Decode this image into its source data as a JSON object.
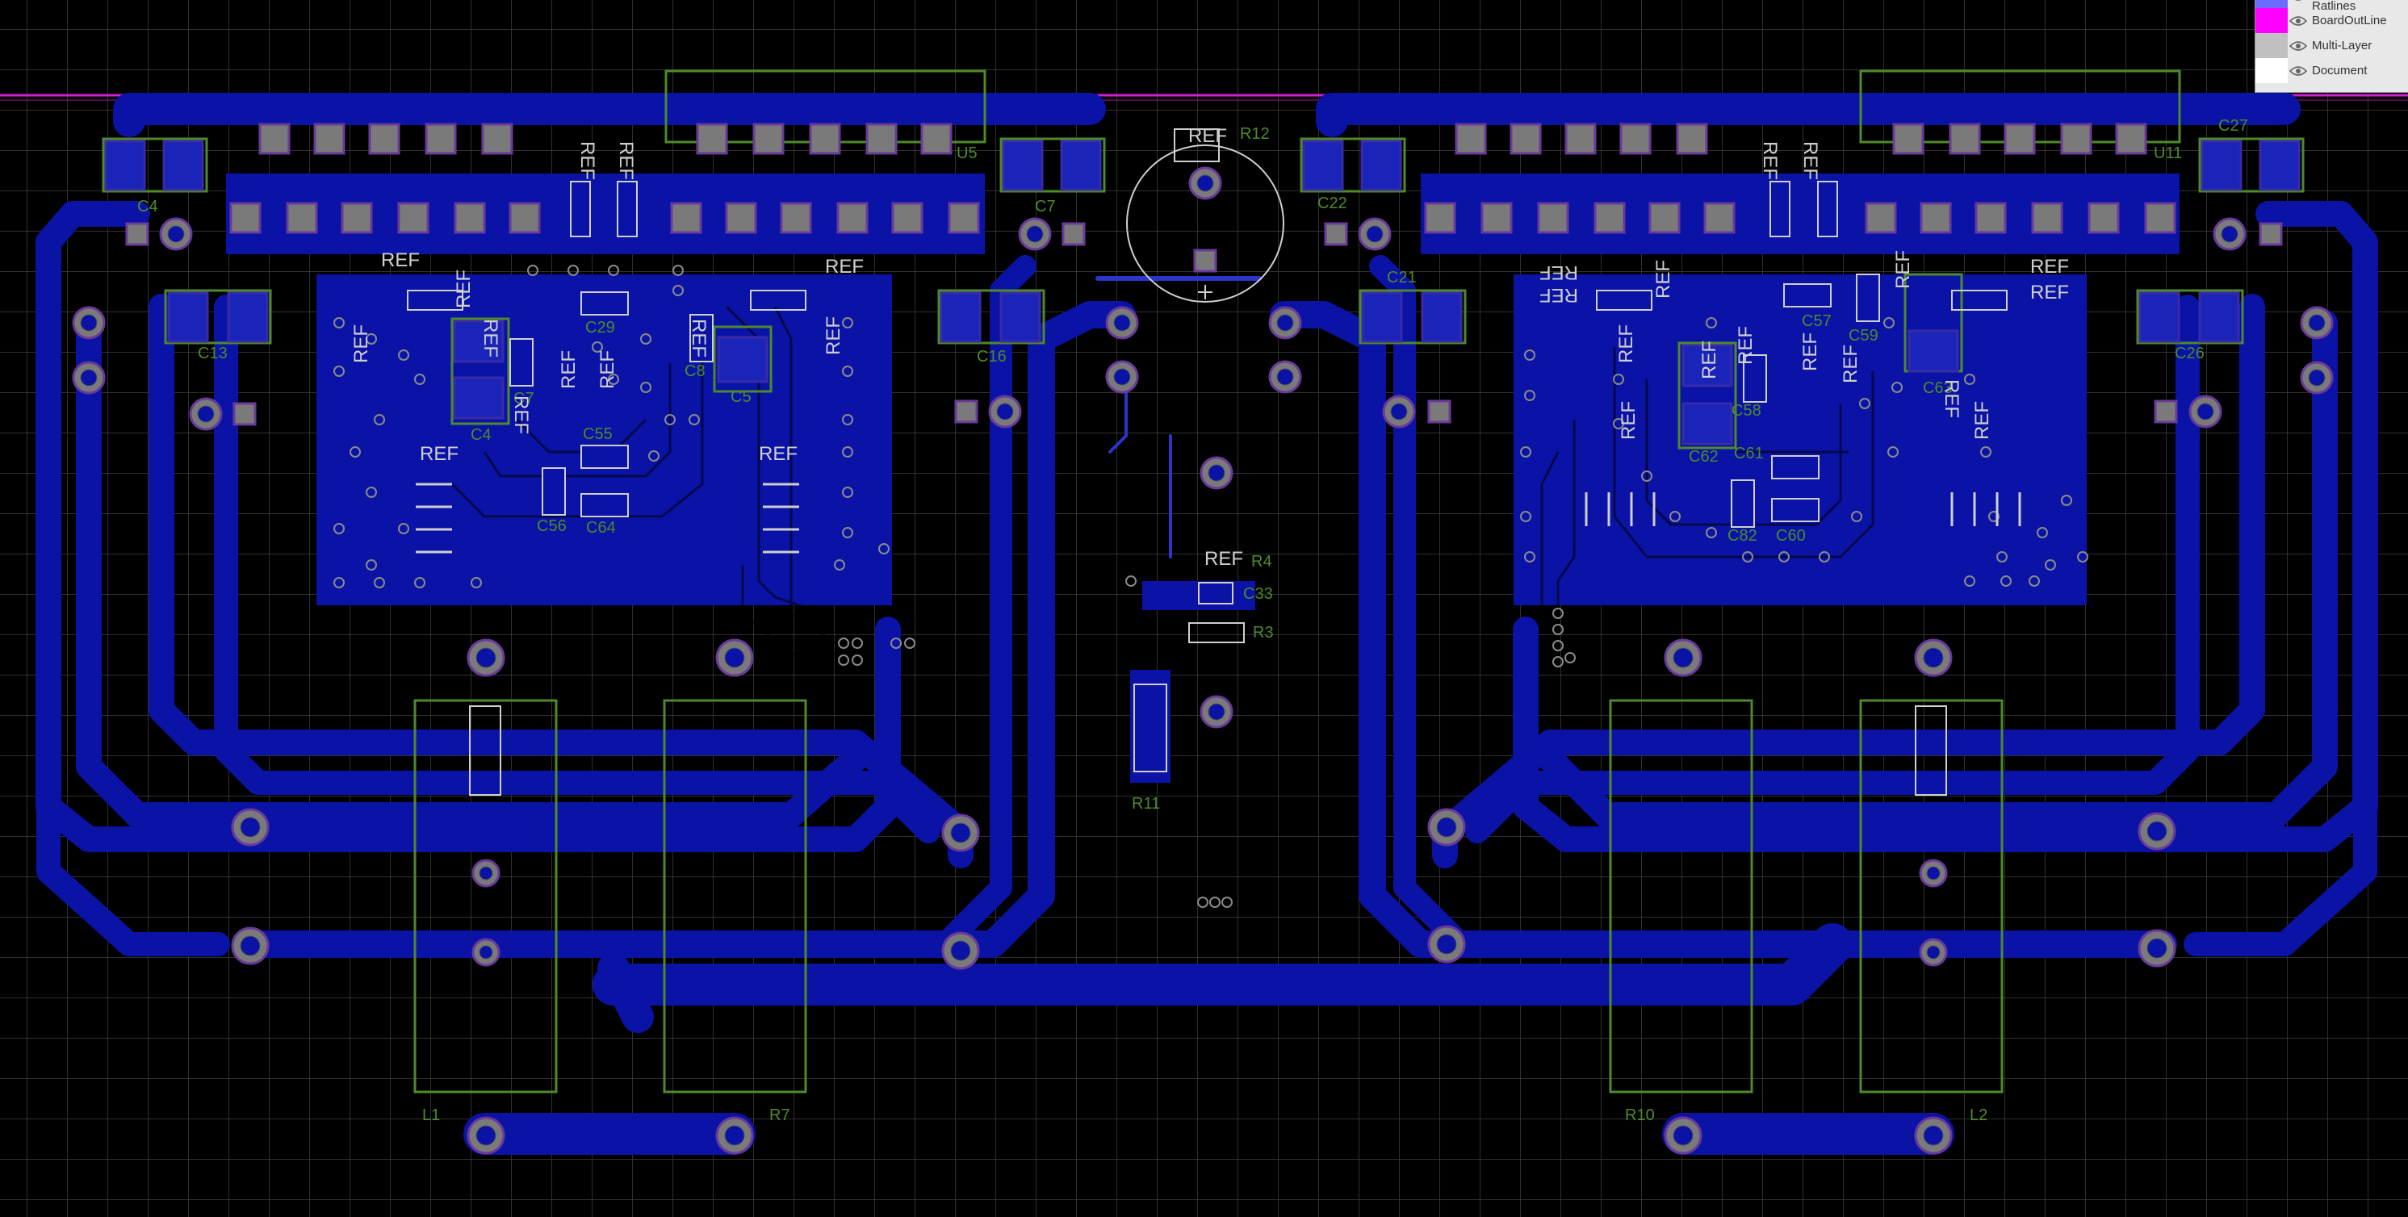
{
  "colors": {
    "background": "#000000",
    "grid": "#3f3f3f",
    "copper": "#0a13a6",
    "copper_edge": "#1f2bd8",
    "pad": "#7a7a7a",
    "pad_ring": "#5a3a7a",
    "silk_green": "#4e8a2a",
    "silk_white": "#cfcfcf",
    "outline": "#d21fd2"
  },
  "layers_panel": {
    "layers": [
      {
        "name": "Ratlines",
        "color": "#6b6bff"
      },
      {
        "name": "BoardOutLine",
        "color": "#ff00ff"
      },
      {
        "name": "Multi-Layer",
        "color": "#c0c0c0"
      },
      {
        "name": "Document",
        "color": "#ffffff"
      }
    ]
  },
  "designators": {
    "u5": "U5",
    "u11": "U11",
    "c4_top": "C4",
    "c13": "C13",
    "c7_top": "C7",
    "c16": "C16",
    "c22": "C22",
    "c21": "C21",
    "c27": "C27",
    "c26": "C26",
    "c29": "C29",
    "c55": "C55",
    "c56": "C56",
    "c64": "C64",
    "c8": "C8",
    "c5": "C5",
    "c7_mid": "C7",
    "c4_mid": "C4",
    "c57": "C57",
    "c59": "C59",
    "c58": "C58",
    "c61": "C61",
    "c62": "C62",
    "c63": "C63",
    "c60": "C60",
    "c82": "C82",
    "r12": "R12",
    "r4": "R4",
    "c33": "C33",
    "r3": "R3",
    "r11": "R11",
    "l1": "L1",
    "r7": "R7",
    "r10": "R10",
    "l2": "L2"
  },
  "ref_text": "REF"
}
